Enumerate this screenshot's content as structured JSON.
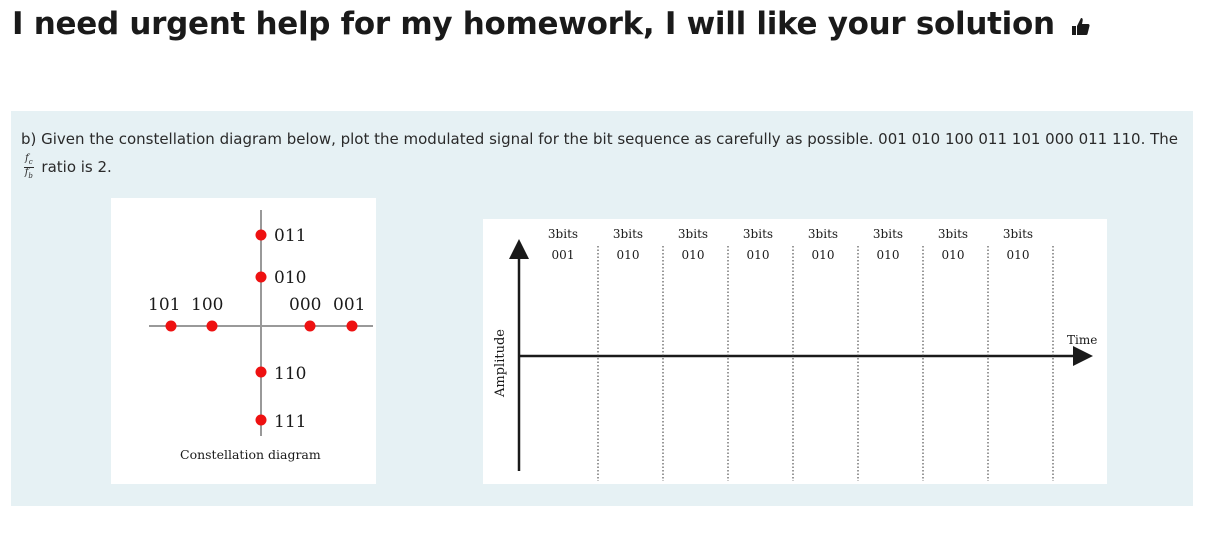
{
  "headline": {
    "text": "I need urgent help for my homework, I will like your solution",
    "icon": "thumbs-up-icon"
  },
  "question": {
    "text_before": "b) Given the constellation diagram below, plot the modulated signal for the bit sequence as carefully as possible. 001 010 100 011 101 000 011 110. The",
    "fraction_numerator": "f",
    "fraction_numerator_sub": "c",
    "fraction_denominator": "f",
    "fraction_denominator_sub": "b",
    "text_after": "ratio is 2."
  },
  "constellation": {
    "caption": "Constellation diagram",
    "point_color": "#ee1111",
    "points": [
      {
        "label": "011"
      },
      {
        "label": "010"
      },
      {
        "label": "101"
      },
      {
        "label": "100"
      },
      {
        "label": "000"
      },
      {
        "label": "001"
      },
      {
        "label": "110"
      },
      {
        "label": "111"
      }
    ]
  },
  "signal_plot": {
    "ylabel": "Amplitude",
    "xlabel": "Time",
    "slots": [
      {
        "top": "3bits",
        "bits": "001"
      },
      {
        "top": "3bits",
        "bits": "010"
      },
      {
        "top": "3bits",
        "bits": "010"
      },
      {
        "top": "3bits",
        "bits": "010"
      },
      {
        "top": "3bits",
        "bits": "010"
      },
      {
        "top": "3bits",
        "bits": "010"
      },
      {
        "top": "3bits",
        "bits": "010"
      },
      {
        "top": "3bits",
        "bits": "010"
      }
    ]
  }
}
